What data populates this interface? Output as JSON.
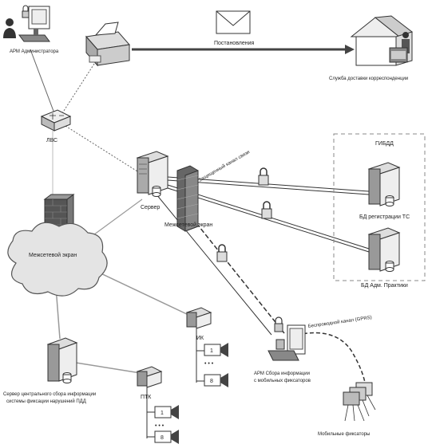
{
  "labels": {
    "arm_admin": "АРМ Администратора",
    "mail": "Постановления",
    "delivery": "Служба доставки корреспонденции",
    "lvs": "ЛВС",
    "firewall_left": "Межсетевой экран",
    "server": "Сервер",
    "firewall_center": "Межсетевой экран",
    "secure_channel": "Защищенный канал связи",
    "gibdd": "ГИБДД",
    "db_reg": "БД регистрации ТС",
    "db_adm": "БД Адм. Практики",
    "arm_collect_1": "АРМ Сбора информации",
    "arm_collect_2": "с мобильных фиксаторов",
    "gprs": "Беспроводной канал (GPRS)",
    "mobile": "Мобильные фиксаторы",
    "server_central_1": "Сервер центрального сбора информации",
    "server_central_2": "системы фиксации нарушений ПДД",
    "ik": "ИК",
    "ptk": "ПТК",
    "cam1": "1",
    "cam_n": "8",
    "dots": "• • •"
  },
  "colors": {
    "line": "#555555",
    "mail_arrow": "#444444",
    "dashed_box": "#888888"
  }
}
